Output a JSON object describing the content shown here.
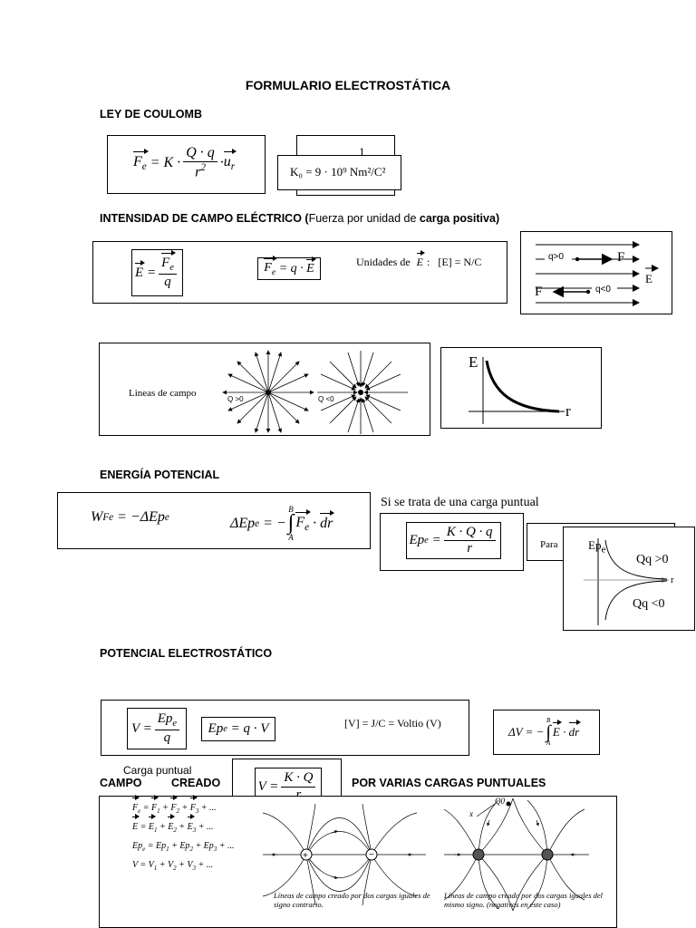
{
  "title": "FORMULARIO ELECTROSTÁTICA",
  "coulomb": {
    "heading": "LEY DE COULOMB",
    "k0_text": "K₀ = 9 · 10⁹ Nm²/C²",
    "hidden_digit": "1"
  },
  "campo": {
    "heading_bold": "INTENSIDAD DE CAMPO ELÉCTRICO (",
    "heading_normal": "Fuerza por unidad de ",
    "heading_bold2": "carga positiva",
    "heading_close": ")",
    "units_label": "Unidades de",
    "units_value": "[E] = N/C",
    "q_pos": "q>0",
    "q_neg": "q<0",
    "F": "F",
    "E": "E",
    "lineas_label": "Lineas de campo",
    "q_gt": "Q >0",
    "q_lt": "Q <0",
    "graph_E": "E",
    "graph_r": "r"
  },
  "energia": {
    "heading": "ENERGÍA POTENCIAL",
    "puntual_label": "Si se trata de una carga puntual",
    "para_label": "Para",
    "graph_ep": "Ep",
    "graph_e_sub": "e",
    "qq_pos": "Qq >0",
    "qq_neg": "Qq <0",
    "graph_r": "r"
  },
  "potencial": {
    "heading": "POTENCIAL ELECTROSTÁTICO",
    "units": "[V] = J/C  = Voltio  (V)",
    "carga_puntual": "Carga puntual",
    "campo_word": "CAMPO",
    "creado_word": "CREADO",
    "varias_cargas": "POR VARIAS CARGAS PUNTUALES"
  },
  "superposicion": {
    "caption1": "Líneas de campo creado por dos cargas iguales de signo contrario.",
    "caption2": "Líneas de campo creado por dos cargas iguales del mismo signo. (negativas en este caso)",
    "q0_label": "Q0",
    "x_label": "x"
  }
}
